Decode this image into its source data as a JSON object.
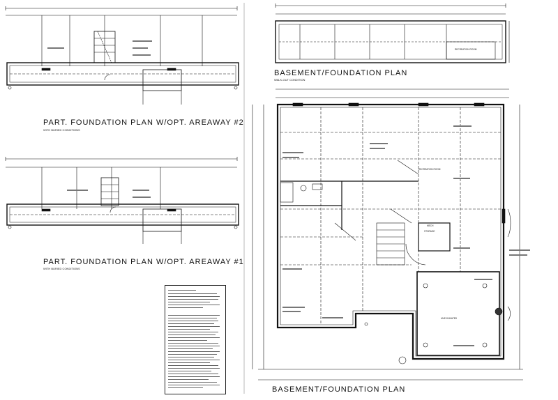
{
  "drawings": {
    "part_plan_2": {
      "title": "PART. FOUNDATION PLAN W/OPT. AREAWAY #2",
      "subtitle": "WITH BURIED CONDITIONS"
    },
    "part_plan_1": {
      "title": "PART. FOUNDATION PLAN W/OPT. AREAWAY #1",
      "subtitle": "WITH BURIED CONDITIONS"
    },
    "basement_top": {
      "title": "BASEMENT/FOUNDATION PLAN",
      "subtitle": "WALK-OUT CONDITION"
    },
    "basement_main": {
      "title": "BASEMENT/FOUNDATION PLAN"
    }
  },
  "room_labels": {
    "recreation_room": "RECREATION ROOM",
    "storage": "STORAGE",
    "mech": "MECH",
    "unexcavated": "UNEXCAVATED"
  }
}
